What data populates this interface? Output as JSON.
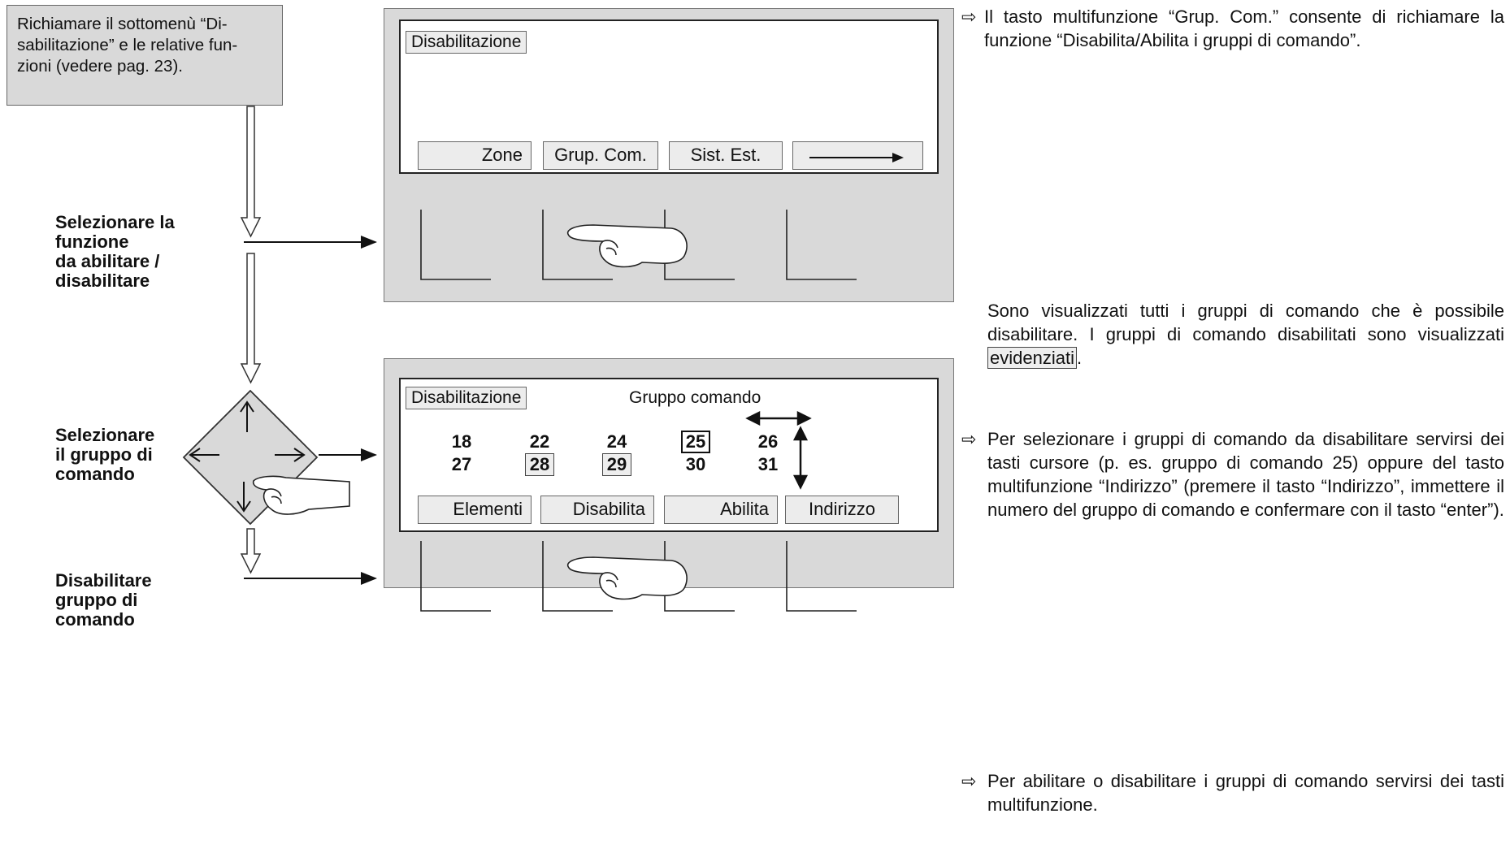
{
  "instruction": {
    "text": "Richiamare il sottomenù “Di-\nsabilitazione” e le relative fun-\nzioni (vedere pag. 23)."
  },
  "steps": [
    {
      "label": "Selezionare la\nfunzione\nda abilitare /\ndisabilitare"
    },
    {
      "label": "Selezionare\nil gruppo di\ncomando"
    },
    {
      "label": "Disabilitare\ngruppo di\ncomando"
    }
  ],
  "panel1": {
    "title": "Disabilitazione",
    "softkeys": [
      "Zone",
      "Grup. Com.",
      "Sist. Est."
    ],
    "softkey4_icon": "arrow-right-icon"
  },
  "panel2": {
    "title": "Disabilitazione",
    "subtitle": "Gruppo comando",
    "numbers": [
      {
        "value": "18",
        "state": "normal"
      },
      {
        "value": "22",
        "state": "normal"
      },
      {
        "value": "24",
        "state": "normal"
      },
      {
        "value": "25",
        "state": "selected"
      },
      {
        "value": "26",
        "state": "normal"
      },
      {
        "value": "27",
        "state": "normal"
      },
      {
        "value": "28",
        "state": "disabled-highlight"
      },
      {
        "value": "29",
        "state": "disabled-highlight"
      },
      {
        "value": "30",
        "state": "normal"
      },
      {
        "value": "31",
        "state": "normal"
      }
    ],
    "softkeys": [
      "Elementi",
      "Disabilita",
      "Abilita",
      "Indirizzo"
    ]
  },
  "notes": {
    "note1": "Il tasto multifunzione “Grup. Com.” consente di richiamare la funzione “Disabilita/Abilita i gruppi di comando”.",
    "note2_before": "Sono visualizzati tutti i gruppi di comando che è possibile disabilitare. I gruppi di comando disabilitati sono visualizzati ",
    "note2_highlight": "evidenziati",
    "note2_after": ".",
    "note3": "Per selezionare i gruppi di comando da disabilitare servirsi dei tasti cursore (p. es. gruppo di comando 25) oppure del tasto multifunzione “Indirizzo” (premere il tasto “Indirizzo”, immettere il numero del gruppo di comando e confermare con il tasto “enter”).",
    "note4": "Per abilitare o disabilitare i gruppi di comando servirsi dei tasti multifunzione.",
    "pointer_symbol": "⇨"
  },
  "icons": {
    "cursor_pad": "cursor-keypad-icon",
    "hand": "pointing-hand-icon",
    "flow_arrow": "down-arrow-icon"
  }
}
